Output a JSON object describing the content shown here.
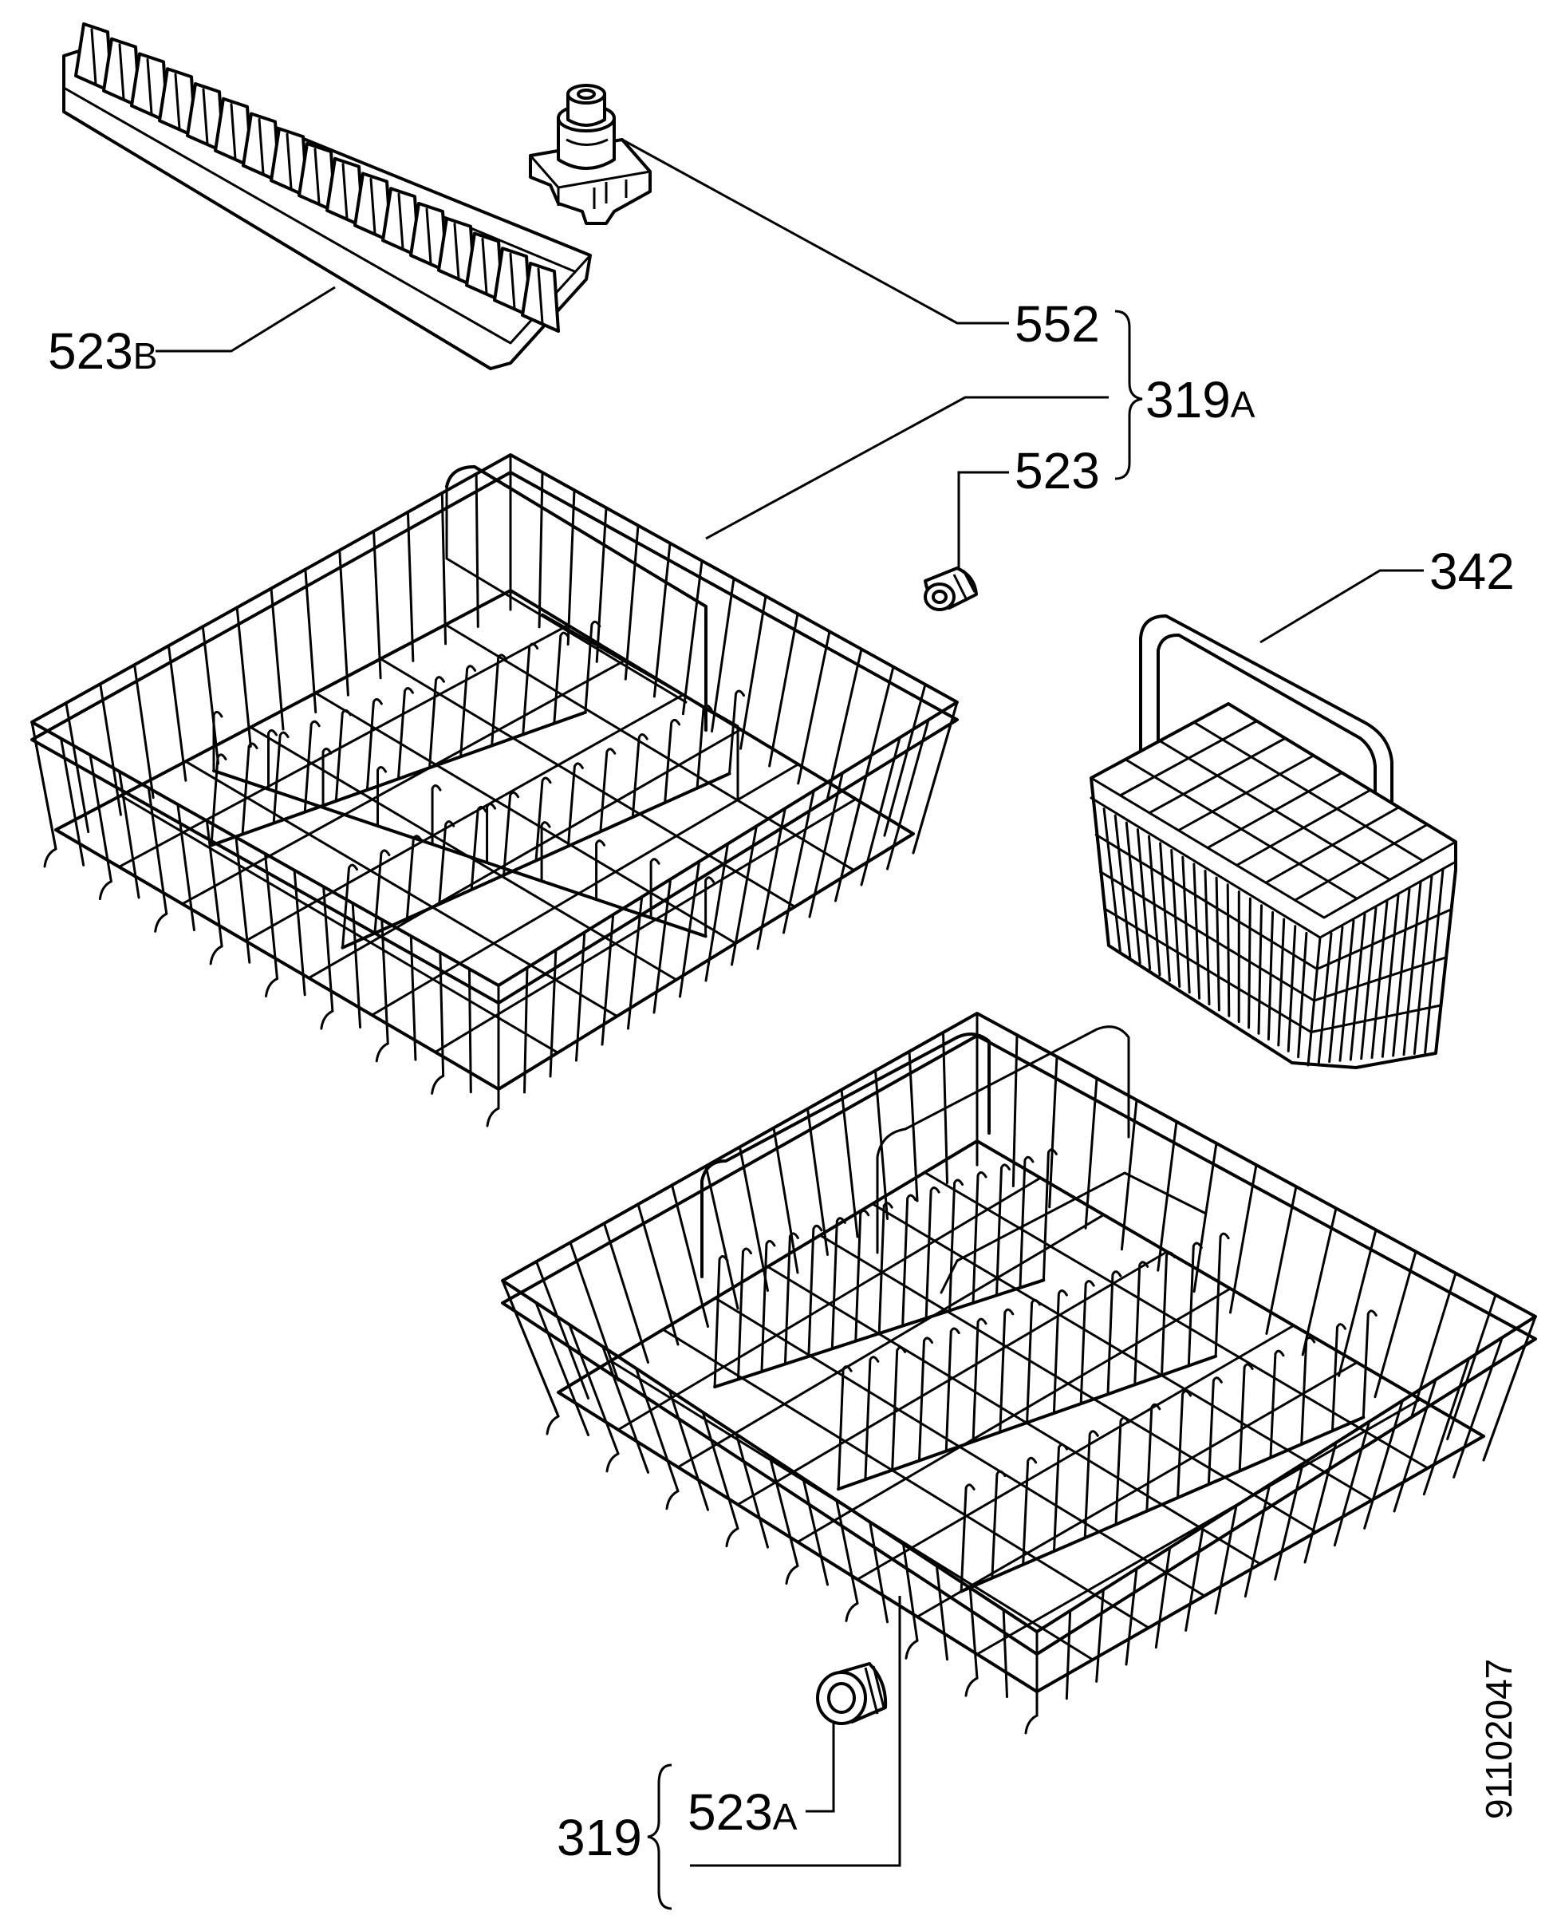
{
  "labels": {
    "p523B": {
      "main": "523",
      "suffix": "B"
    },
    "p552": {
      "main": "552",
      "suffix": ""
    },
    "p319A": {
      "main": "319",
      "suffix": "A"
    },
    "p523": {
      "main": "523",
      "suffix": ""
    },
    "p342": {
      "main": "342",
      "suffix": ""
    },
    "p319": {
      "main": "319",
      "suffix": ""
    },
    "p523A": {
      "main": "523",
      "suffix": "A"
    }
  },
  "drawing_number": "91102047"
}
